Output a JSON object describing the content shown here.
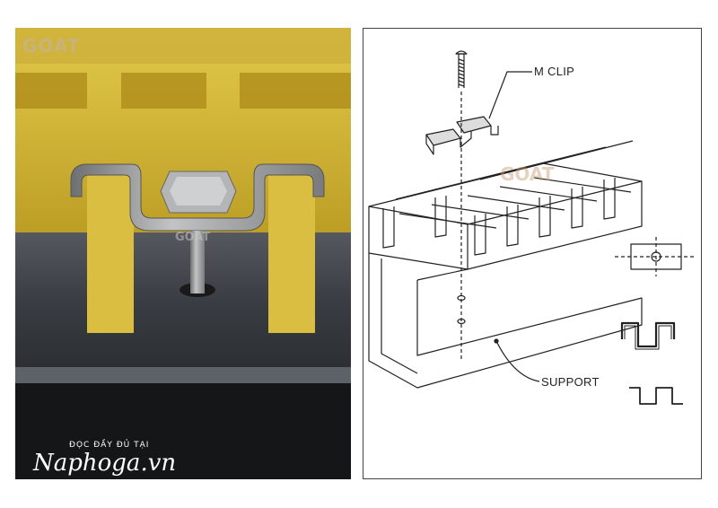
{
  "photo": {
    "logo_text": "GOAT",
    "center_watermark": "GOAT",
    "signature_small": "ĐỌC ĐẦY ĐỦ TẠI",
    "signature_main": "Naphoga.vn"
  },
  "diagram": {
    "label_clip": "M CLIP",
    "label_support": "SUPPORT",
    "watermark": "GOAT"
  },
  "colors": {
    "grating_yellow": "#d8bd3c",
    "steel": "#9a9c9e",
    "beam": "#3e4248",
    "line": "#222222"
  }
}
